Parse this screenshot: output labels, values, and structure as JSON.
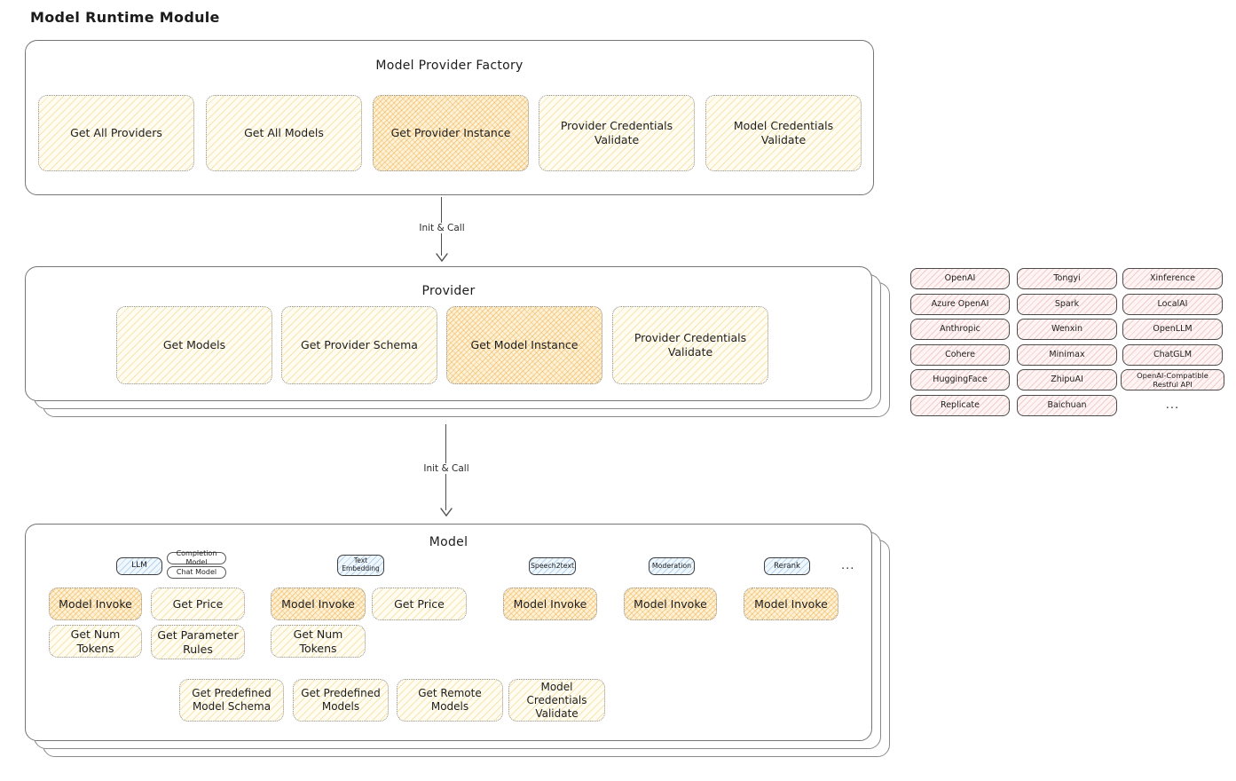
{
  "page": {
    "title": "Model Runtime Module"
  },
  "colors": {
    "yellow_fill": "#fffdf2",
    "yellow_hatch": "#f2c96e",
    "orange_fill": "#fdf2d6",
    "orange_hatch": "#f0ad4e",
    "pink_fill": "#fdf4f3",
    "pink_hatch": "#e28c8c",
    "blue_fill": "#f1f8fd",
    "blue_hatch": "#78afe1",
    "panel_border": "#757575"
  },
  "factory": {
    "title": "Model Provider Factory",
    "items": [
      {
        "label": "Get All Providers",
        "highlighted": false
      },
      {
        "label": "Get All Models",
        "highlighted": false
      },
      {
        "label": "Get Provider Instance",
        "highlighted": true
      },
      {
        "label": "Provider Credentials Validate",
        "highlighted": false
      },
      {
        "label": "Model Credentials Validate",
        "highlighted": false
      }
    ]
  },
  "arrow1": {
    "label": "Init & Call"
  },
  "arrow2": {
    "label": "Init & Call"
  },
  "provider": {
    "title": "Provider",
    "items": [
      {
        "label": "Get Models",
        "highlighted": false
      },
      {
        "label": "Get Provider Schema",
        "highlighted": false
      },
      {
        "label": "Get Model Instance",
        "highlighted": true
      },
      {
        "label": "Provider Credentials Validate",
        "highlighted": false
      }
    ]
  },
  "providers": {
    "col1": [
      "OpenAI",
      "Azure OpenAI",
      "Anthropic",
      "Cohere",
      "HuggingFace",
      "Replicate"
    ],
    "col2": [
      "Tongyi",
      "Spark",
      "Wenxin",
      "Minimax",
      "ZhipuAI",
      "Baichuan"
    ],
    "col3": [
      "Xinference",
      "LocalAI",
      "OpenLLM",
      "ChatGLM",
      "OpenAI-Compatible Restful API"
    ],
    "more": "..."
  },
  "model": {
    "title": "Model",
    "badges": {
      "llm": "LLM",
      "completion": "Completion Model",
      "chat": "Chat Model",
      "text_embedding": "Text Embedding",
      "speech2text": "Speech2text",
      "moderation": "Moderation",
      "rerank": "Rerank",
      "more": "..."
    },
    "ops": {
      "model_invoke": "Model Invoke",
      "get_price": "Get Price",
      "get_num_tokens": "Get Num Tokens",
      "get_parameter_rules": "Get Parameter Rules"
    },
    "bottom": [
      "Get Predefined Model Schema",
      "Get Predefined Models",
      "Get Remote Models",
      "Model Credentials Validate"
    ]
  }
}
